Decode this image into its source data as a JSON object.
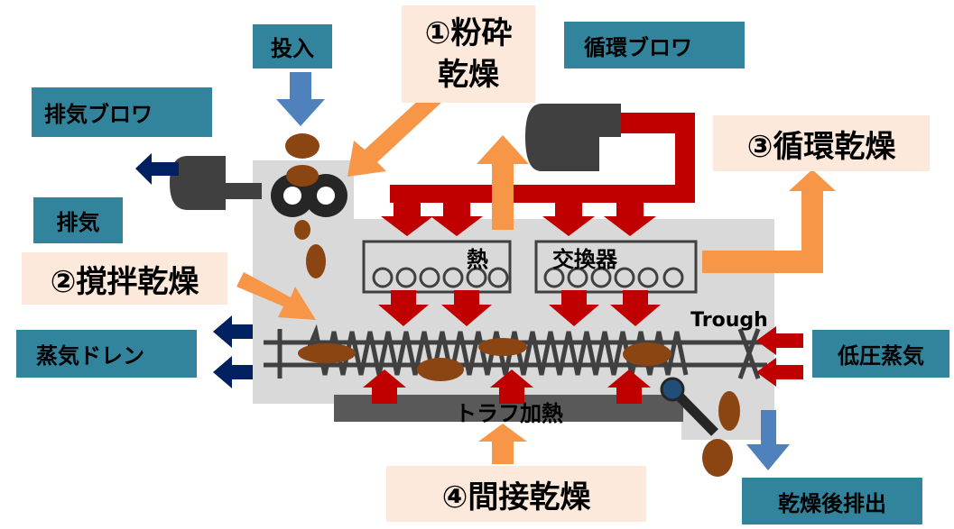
{
  "labels": {
    "input": "投入",
    "exhaust_blower": "排気ブロワ",
    "exhaust": "排気",
    "circulation_blower": "循環ブロワ",
    "steam_drain": "蒸気ドレン",
    "low_pressure_steam": "低圧蒸気",
    "discharge_after_drying": "乾燥後排出",
    "heat_exchanger_left": "熱",
    "heat_exchanger_right": "交換器",
    "trough": "Trough",
    "trough_heating": "トラフ加熱"
  },
  "stages": {
    "crush_dry": "①粉砕\n乾燥",
    "stir_dry": "②撹拌乾燥",
    "circulation_dry": "③循環乾燥",
    "indirect_dry": "④間接乾燥"
  },
  "colors": {
    "teal_label": "#31849b",
    "peach_label": "#fce9db",
    "orange_arrow": "#f79646",
    "red_arrow": "#c00000",
    "blue_arrow": "#4f81bd",
    "navy_arrow": "#002060",
    "material": "#8b4513",
    "housing": "#d9d9d9"
  }
}
